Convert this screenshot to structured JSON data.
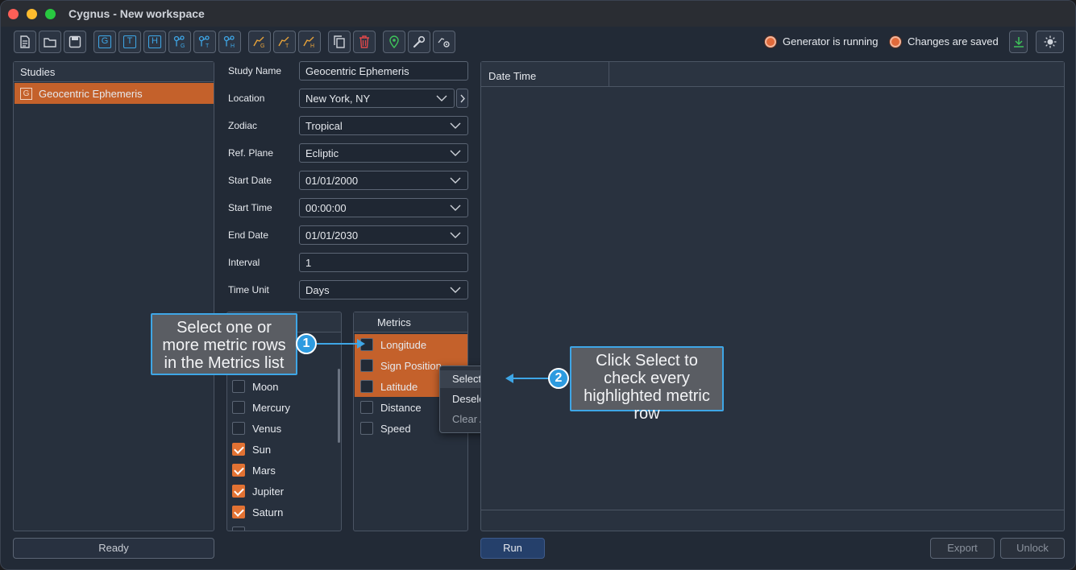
{
  "window": {
    "title": "Cygnus - New workspace"
  },
  "status": {
    "generator": "Generator is running",
    "changes": "Changes are saved"
  },
  "toolbar_letters": {
    "g": "G",
    "t": "T",
    "h": "H"
  },
  "studies": {
    "header": "Studies",
    "items": [
      {
        "icon": "G",
        "label": "Geocentric Ephemeris"
      }
    ],
    "status": "Ready"
  },
  "form": {
    "study_name": {
      "label": "Study Name",
      "value": "Geocentric Ephemeris"
    },
    "location": {
      "label": "Location",
      "value": "New York, NY"
    },
    "zodiac": {
      "label": "Zodiac",
      "value": "Tropical"
    },
    "ref_plane": {
      "label": "Ref. Plane",
      "value": "Ecliptic"
    },
    "start_date": {
      "label": "Start Date",
      "value": "01/01/2000"
    },
    "start_time": {
      "label": "Start Time",
      "value": "00:00:00"
    },
    "end_date": {
      "label": "End Date",
      "value": "01/01/2030"
    },
    "interval": {
      "label": "Interval",
      "value": "1"
    },
    "time_unit": {
      "label": "Time Unit",
      "value": "Days"
    }
  },
  "bodies": {
    "items": [
      {
        "label": "Moon",
        "checked": false
      },
      {
        "label": "Mercury",
        "checked": false
      },
      {
        "label": "Venus",
        "checked": false
      },
      {
        "label": "Sun",
        "checked": true
      },
      {
        "label": "Mars",
        "checked": true
      },
      {
        "label": "Jupiter",
        "checked": true
      },
      {
        "label": "Saturn",
        "checked": true
      }
    ]
  },
  "metrics": {
    "header": "Metrics",
    "items": [
      {
        "label": "Longitude",
        "highlighted": true
      },
      {
        "label": "Sign Position",
        "highlighted": true
      },
      {
        "label": "Latitude",
        "highlighted": true
      },
      {
        "label": "Distance",
        "highlighted": false
      },
      {
        "label": "Speed",
        "highlighted": false
      }
    ]
  },
  "context_menu": {
    "select": "Select",
    "deselect": "Deselect",
    "clear_all": "Clear All"
  },
  "results": {
    "column_header": "Date Time"
  },
  "buttons": {
    "run": "Run",
    "export": "Export",
    "unlock": "Unlock"
  },
  "callouts": {
    "one": {
      "number": "1",
      "text": "Select one or more metric rows in the Metrics list"
    },
    "two": {
      "number": "2",
      "text": "Click Select to check every highlighted metric row"
    }
  },
  "colors": {
    "accent": "#c4612b",
    "callout_border": "#3ea6e6",
    "primary": "#25406b"
  }
}
